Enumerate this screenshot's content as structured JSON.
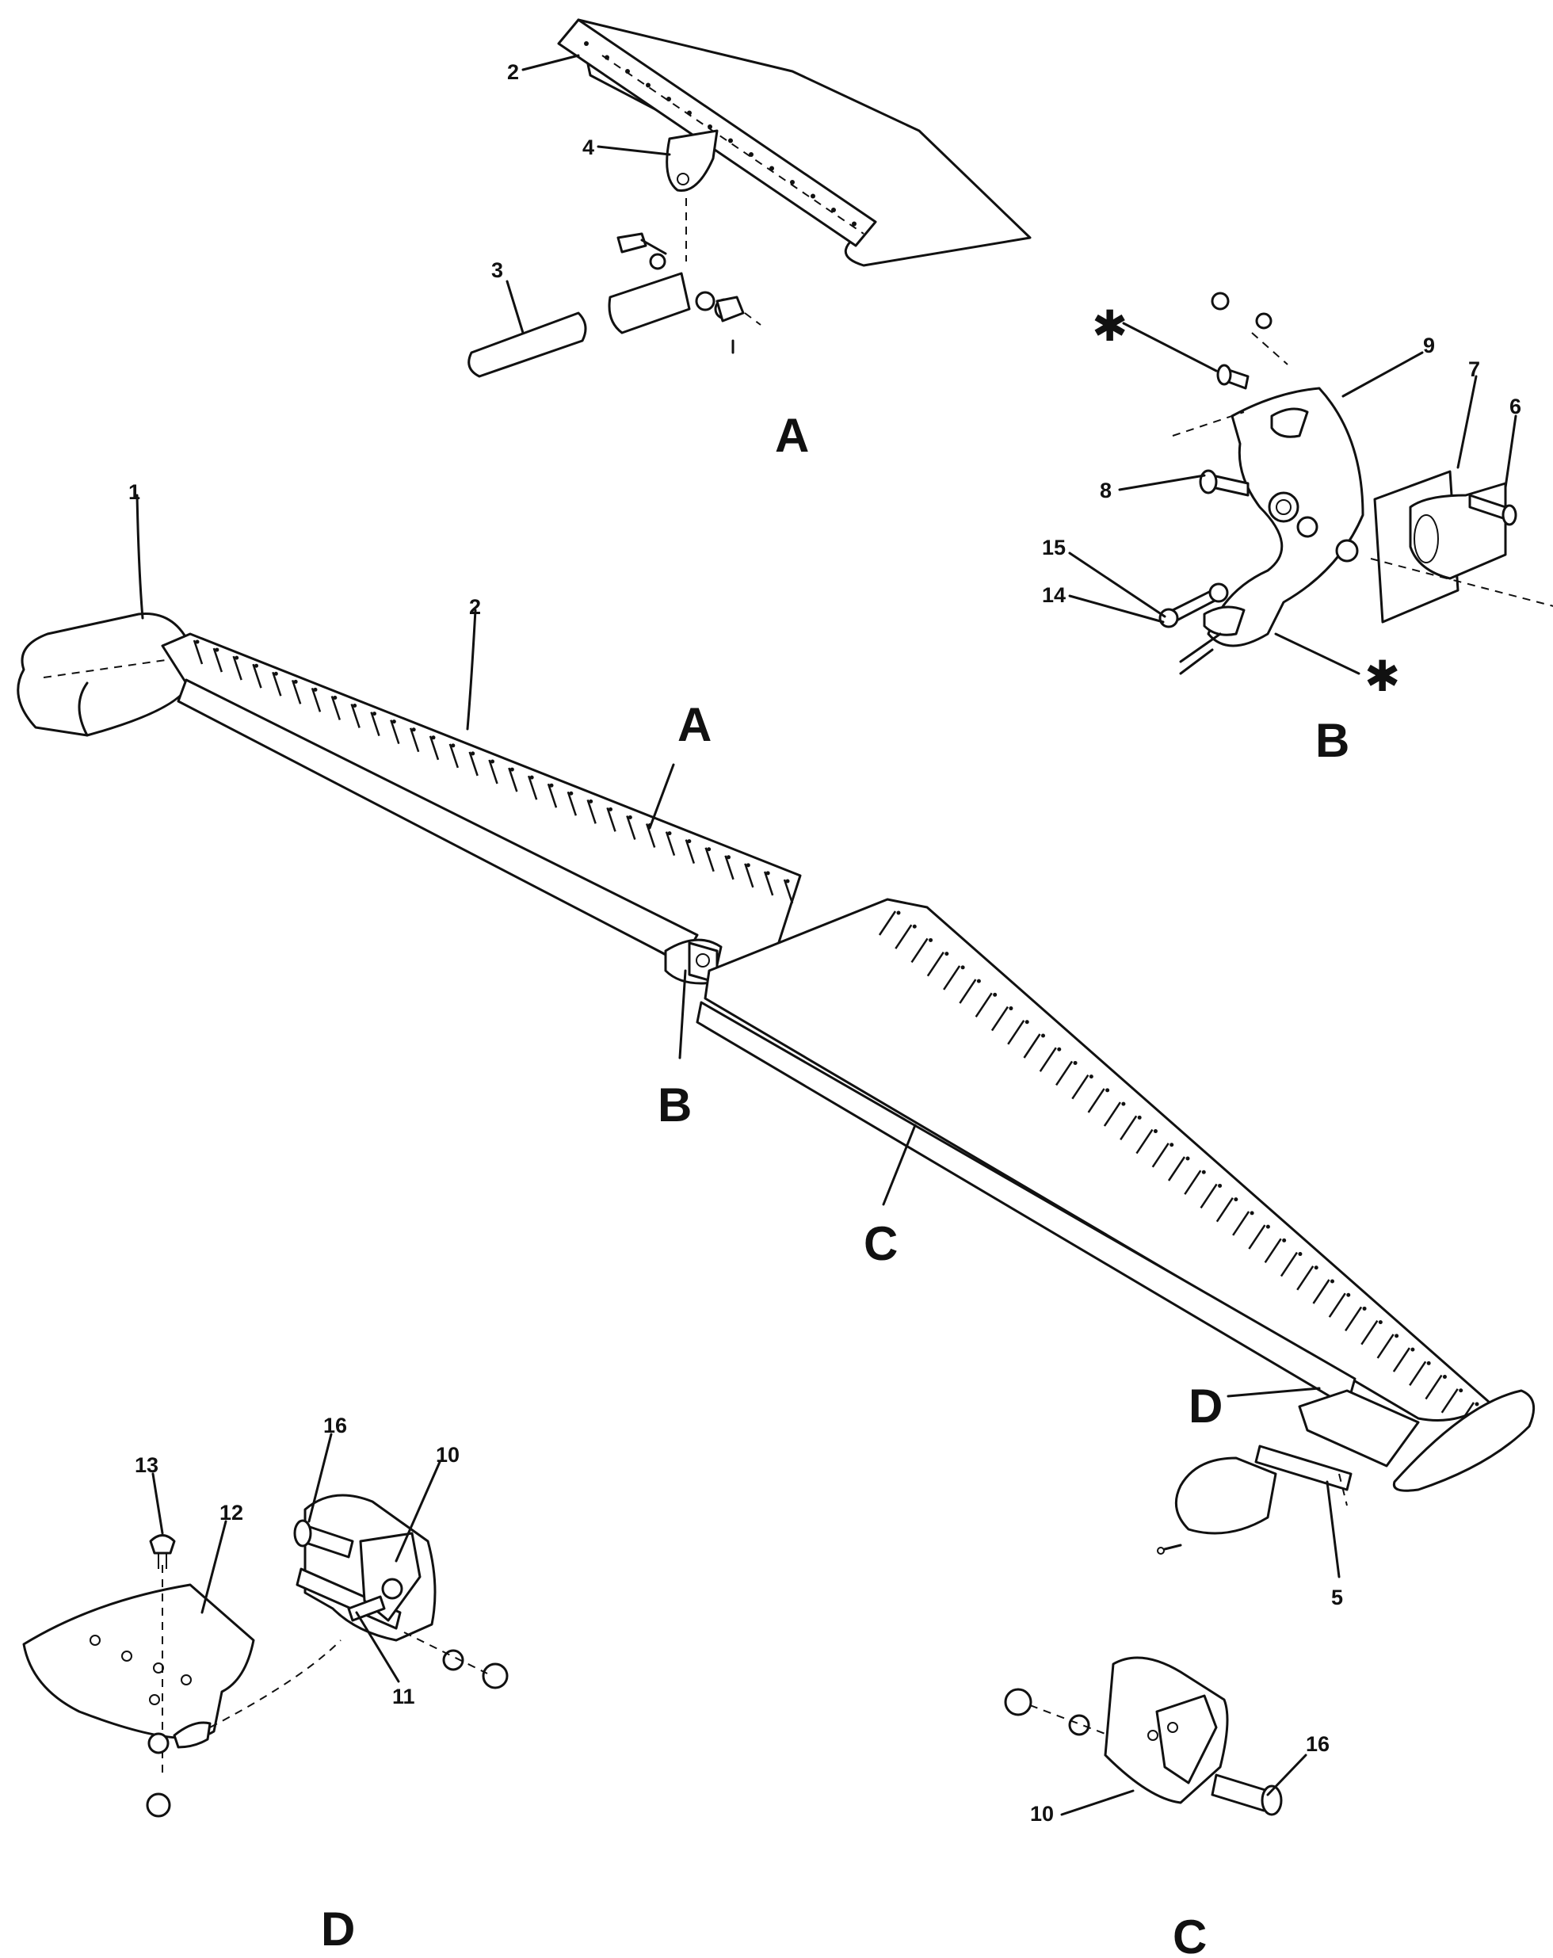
{
  "callouts": {
    "c1": "1",
    "c2_main": "2",
    "c2_detail": "2",
    "c3": "3",
    "c4": "4",
    "c5": "5",
    "c6": "6",
    "c7": "7",
    "c8": "8",
    "c9": "9",
    "c10_d": "10",
    "c10_c": "10",
    "c11": "11",
    "c12": "12",
    "c13": "13",
    "c14": "14",
    "c15": "15",
    "c16_d": "16",
    "c16_c": "16"
  },
  "view_letters": {
    "a_main": "A",
    "b_main": "B",
    "c_main": "C",
    "d_main": "D",
    "a_detail": "A",
    "b_detail": "B",
    "c_detail": "C",
    "d_detail": "D"
  },
  "symbols": {
    "asterisk": "✱"
  }
}
